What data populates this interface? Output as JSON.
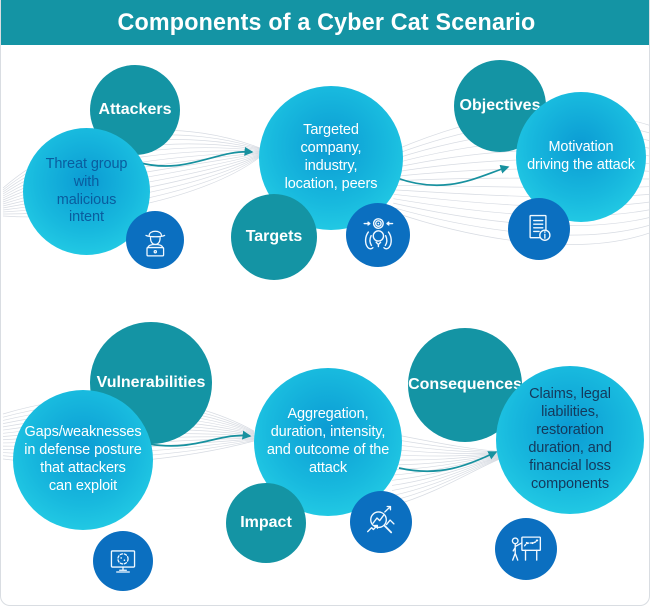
{
  "title": "Components of a Cyber Cat Scenario",
  "nodes": [
    {
      "id": "attackers",
      "label": "Attackers",
      "description": "Threat group\nwith\nmalicious\nintent",
      "icon": "hacker-laptop-icon"
    },
    {
      "id": "targets",
      "label": "Targets",
      "description": "Targeted\ncompany,\nindustry,\nlocation, peers",
      "icon": "hands-holding-target-icon"
    },
    {
      "id": "objectives",
      "label": "Objectives",
      "description": "Motivation\ndriving the attack",
      "icon": "document-info-icon"
    },
    {
      "id": "vulnerabilities",
      "label": "Vulnerabilities",
      "description": "Gaps/weaknesses\nin defense posture\nthat attackers\ncan exploit",
      "icon": "monitor-bug-icon"
    },
    {
      "id": "impact",
      "label": "Impact",
      "description": "Aggregation,\nduration, intensity,\nand outcome of the\nattack",
      "icon": "magnifier-trend-icon"
    },
    {
      "id": "consequences",
      "label": "Consequences",
      "description": "Claims, legal\nliabilities,\nrestoration\nduration, and\nfinancial loss\ncomponents",
      "icon": "presentation-board-icon"
    }
  ],
  "colors": {
    "header_teal": "#1494a4",
    "label_circle_teal": "#1494a4",
    "desc_gradient_inner": "#0b9bd3",
    "desc_gradient_mid": "#18b9de",
    "desc_gradient_outer": "#2bd8e9",
    "icon_circle_blue": "#0b6fc0",
    "attackers_text_blue": "#0a5c9e",
    "consequences_text_navy": "#14395c",
    "arrow_teal": "#17919f",
    "ribbon_gray": "#c9cfd8",
    "title_text": "#ffffff",
    "circle_text": "#ffffff"
  }
}
